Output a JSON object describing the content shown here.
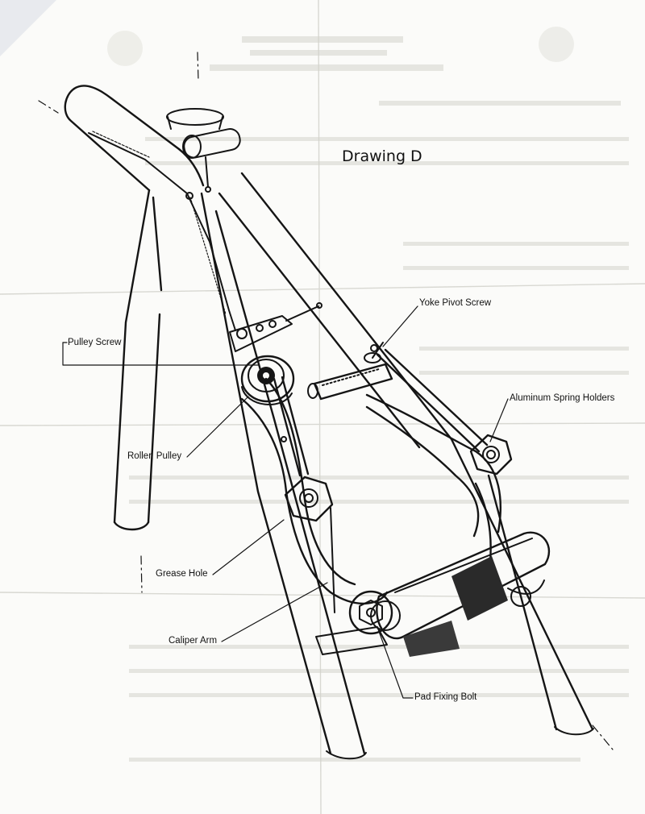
{
  "title": "Drawing D",
  "labels": {
    "yoke_pivot_screw": "Yoke Pivot Screw",
    "pulley_screw": "Pulley Screw",
    "aluminum_spring_holders": "Aluminum Spring Holders",
    "roller_pulley": "Roller, Pulley",
    "grease_hole": "Grease Hole",
    "caliper_arm": "Caliper Arm",
    "pad_fixing_bolt": "Pad Fixing Bolt"
  },
  "colors": {
    "ink": "#151515",
    "paper": "#fbfbf9",
    "bleed_through": "#d4d4cc"
  }
}
